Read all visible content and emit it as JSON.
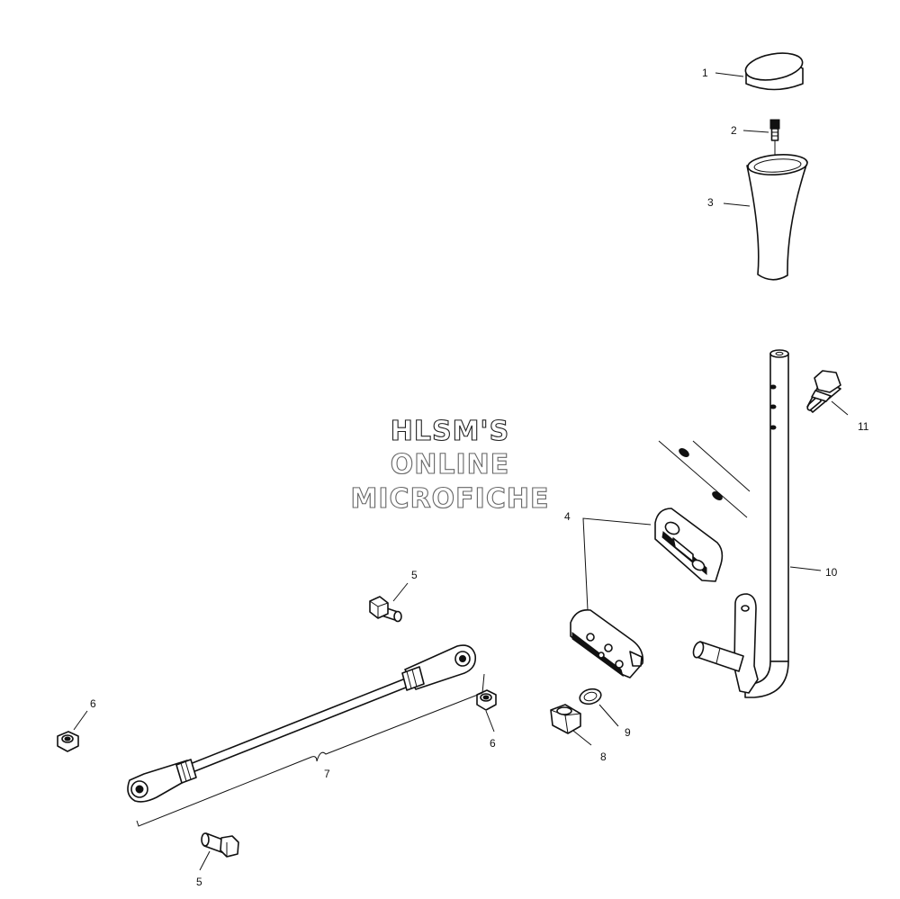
{
  "watermark": {
    "line1": "HLSM'S",
    "line2": "ONLINE",
    "line3": "MICROFICHE"
  },
  "callouts": {
    "c1": "1",
    "c2": "2",
    "c3": "3",
    "c4": "4",
    "c5_upper": "5",
    "c5_lower": "5",
    "c6_left": "6",
    "c6_mid": "6",
    "c7": "7",
    "c8": "8",
    "c9": "9",
    "c10": "10",
    "c11": "11"
  },
  "colors": {
    "ink": "#111111",
    "paper": "#ffffff"
  }
}
